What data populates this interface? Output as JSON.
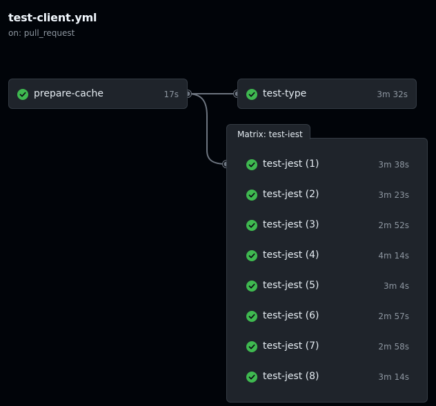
{
  "workflow": {
    "title": "test-client.yml",
    "trigger": "on: pull_request"
  },
  "jobs": {
    "prepare": {
      "name": "prepare-cache",
      "duration": "17s",
      "status": "success"
    },
    "type": {
      "name": "test-type",
      "duration": "3m 32s",
      "status": "success"
    }
  },
  "matrix": {
    "label": "Matrix: test-jest",
    "items": [
      {
        "name": "test-jest (1)",
        "duration": "3m 38s",
        "status": "success"
      },
      {
        "name": "test-jest (2)",
        "duration": "3m 23s",
        "status": "success"
      },
      {
        "name": "test-jest (3)",
        "duration": "2m 52s",
        "status": "success"
      },
      {
        "name": "test-jest (4)",
        "duration": "4m 14s",
        "status": "success"
      },
      {
        "name": "test-jest (5)",
        "duration": "3m 4s",
        "status": "success"
      },
      {
        "name": "test-jest (6)",
        "duration": "2m 57s",
        "status": "success"
      },
      {
        "name": "test-jest (7)",
        "duration": "2m 58s",
        "status": "success"
      },
      {
        "name": "test-jest (8)",
        "duration": "3m 14s",
        "status": "success"
      }
    ]
  },
  "colors": {
    "background": "#010409",
    "card": "#1f242b",
    "border": "#353c45",
    "success": "#3fb950",
    "muted_text": "#8d96a0",
    "connector": "#6e7681"
  },
  "icons": {
    "status": "check-circle-icon",
    "port": "connector-node-icon"
  }
}
